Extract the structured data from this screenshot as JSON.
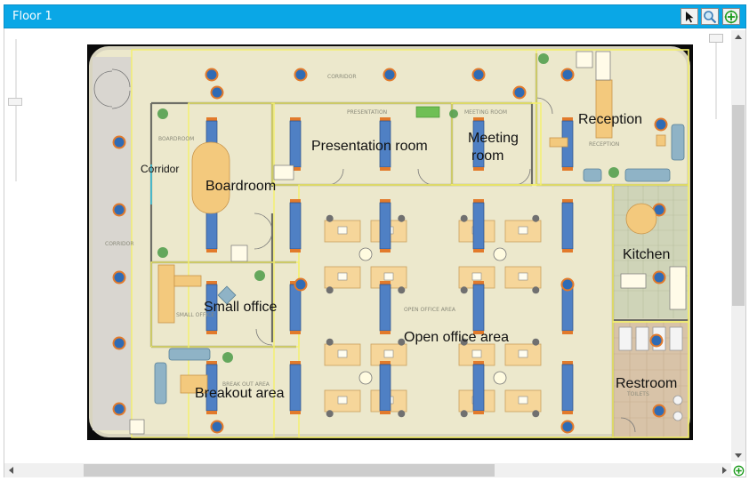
{
  "window": {
    "title": "Floor 1"
  },
  "toolbar": {
    "tools": [
      {
        "icon": "pointer-icon"
      },
      {
        "icon": "magnifier-icon"
      },
      {
        "icon": "zoom-add-icon"
      }
    ]
  },
  "floorplan": {
    "room_labels": [
      "Reception",
      "Presentation room",
      "Meeting room",
      "Corridor",
      "Boardroom",
      "Kitchen",
      "Small office",
      "Open office area",
      "Restroom",
      "Breakout area"
    ],
    "plan_text": [
      "CORRIDOR",
      "PRESENTATION",
      "MEETING ROOM",
      "RECEPTION",
      "BOARDROOM",
      "CORRIDOR",
      "SMALL OFFICE",
      "OPEN OFFICE AREA",
      "BREAK OUT AREA",
      "TOILETS"
    ]
  },
  "colors": {
    "title_bar": "#0aa7e6",
    "floor": "#ece8cc",
    "zone_outline": "#f4f06a",
    "column": "#4f80c4",
    "light": "#2f6bb5"
  }
}
